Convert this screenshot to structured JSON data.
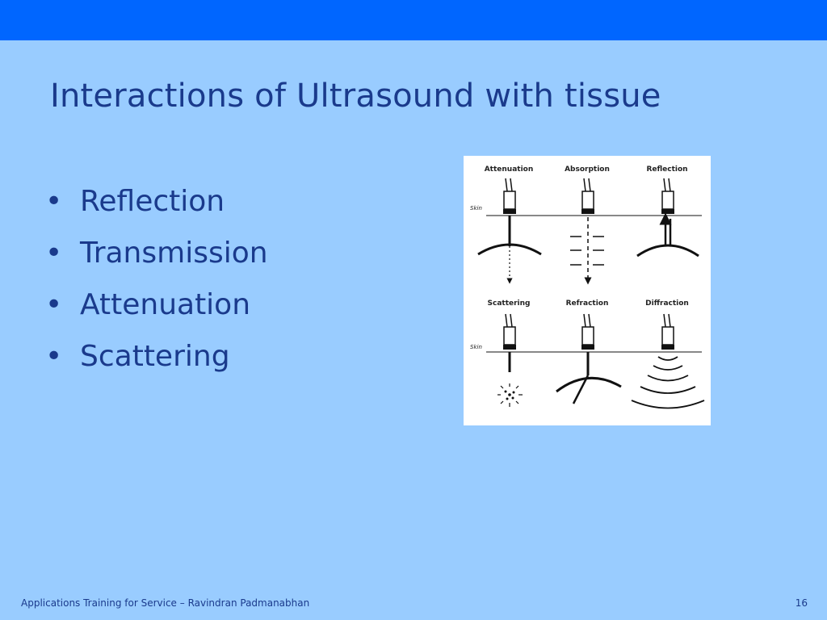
{
  "slide": {
    "title": "Interactions of Ultrasound with tissue",
    "bullets": [
      "Reflection",
      "Transmission",
      "Attenuation",
      "Scattering"
    ],
    "bullet_glyph": "•"
  },
  "figure": {
    "panels": [
      "Attenuation",
      "Absorption",
      "Reflection",
      "Scattering",
      "Refraction",
      "Diffraction"
    ],
    "skin_label": "Skin"
  },
  "footer": {
    "text": "Applications Training for Service – Ravindran Padmanabhan",
    "page_number": "16"
  },
  "colors": {
    "background": "#99ccff",
    "top_bar": "#0066ff",
    "text": "#1a3a8c"
  }
}
